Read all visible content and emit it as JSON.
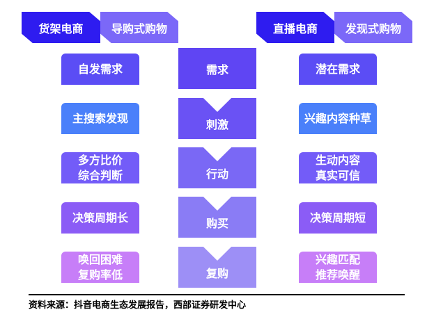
{
  "header": {
    "left": [
      "货架电商",
      "导购式购物"
    ],
    "right": [
      "直播电商",
      "发现式购物"
    ]
  },
  "steps": [
    "需求",
    "刺激",
    "行动",
    "购买",
    "复购"
  ],
  "left": [
    [
      "自发需求"
    ],
    [
      "主搜索发现"
    ],
    [
      "多方比价",
      "综合判断"
    ],
    [
      "决策周期长"
    ],
    [
      "唤回困难",
      "复购率低"
    ]
  ],
  "right": [
    [
      "潜在需求"
    ],
    [
      "兴趣内容种草"
    ],
    [
      "生动内容",
      "真实可信"
    ],
    [
      "决策周期短"
    ],
    [
      "兴趣匹配",
      "推荐唤醒"
    ]
  ],
  "colors": {
    "tab_dark": "#2e1cf0",
    "tab_light": "#7b68f8",
    "rows": [
      "#5b4df5",
      "#4a80fa",
      "#735cf8",
      "#8b5cf6",
      "#c77ef8"
    ],
    "steps": [
      "#5f45f3",
      "#6a52f4",
      "#7a68f5",
      "#8a7cf5",
      "#9d8ff6"
    ]
  },
  "source": "资料来源：抖音电商生态发展报告，西部证券研发中心"
}
